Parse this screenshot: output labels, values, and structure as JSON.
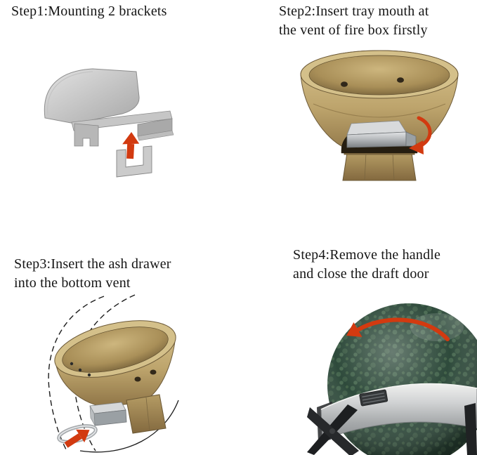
{
  "page": {
    "background": "#ffffff",
    "kind": "assembly-instruction-sheet"
  },
  "colors": {
    "text": "#151515",
    "arrow_red": "#d23a10",
    "firebox_tan": "#c2a873",
    "firebox_tan_dark": "#8f7547",
    "cavity_dark": "#6f5b36",
    "opening_dark": "#261e11",
    "metal_gray": "#c6c8ca",
    "dome_green": "#2e4a3b",
    "steel_band": "#cfd1d2",
    "stand_black": "#1d1f21"
  },
  "steps": [
    {
      "id": "step1",
      "title_lines": [
        "Step1:Mounting 2 brackets"
      ]
    },
    {
      "id": "step2",
      "title_lines": [
        "Step2:Insert tray mouth at",
        "the vent of fire box firstly"
      ]
    },
    {
      "id": "step3",
      "title_lines": [
        "Step3:Insert the ash drawer",
        "into the bottom vent"
      ]
    },
    {
      "id": "step4",
      "title_lines": [
        "Step4:Remove the handle",
        "and close the draft door"
      ]
    }
  ]
}
